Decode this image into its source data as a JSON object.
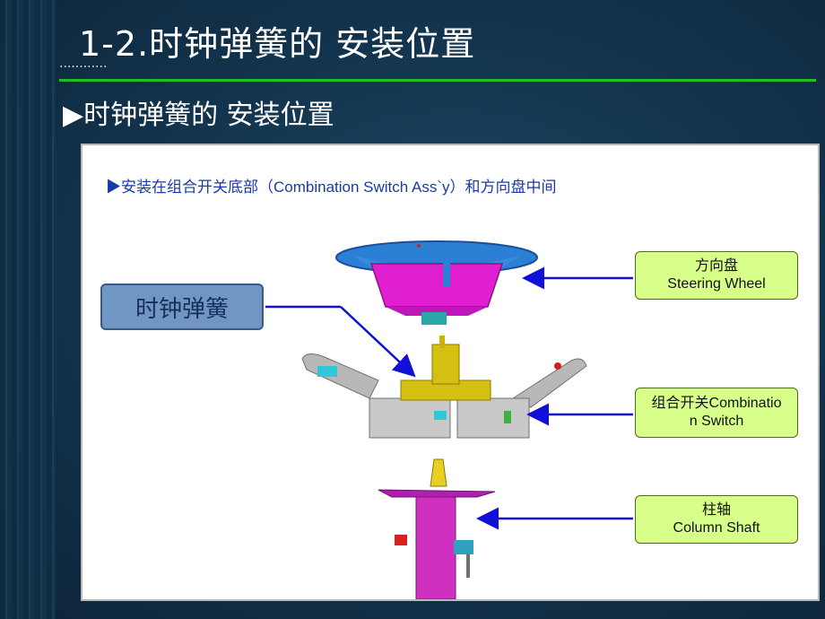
{
  "slide": {
    "title": "1-2.时钟弹簧的 安装位置",
    "dots": "............",
    "subtitle": "▶时钟弹簧的 安装位置"
  },
  "panel": {
    "caption": "▶安装在组合开关底部（Combination Switch Ass`y）和方向盘中间",
    "clock_spring_label": "时钟弹簧",
    "labels": {
      "steering_wheel_cn": "方向盘",
      "steering_wheel_en": "Steering Wheel",
      "combination_switch_line1": "组合开关Combinatio",
      "combination_switch_line2": "n Switch",
      "column_shaft_cn": "柱轴",
      "column_shaft_en": "Column Shaft"
    }
  },
  "colors": {
    "accent_line": "#20c020",
    "arrow_blue": "#1010d8",
    "label_bg": "#d8ff8a",
    "clock_box_bg": "#7196c4",
    "caption_text": "#1a3aa8"
  }
}
